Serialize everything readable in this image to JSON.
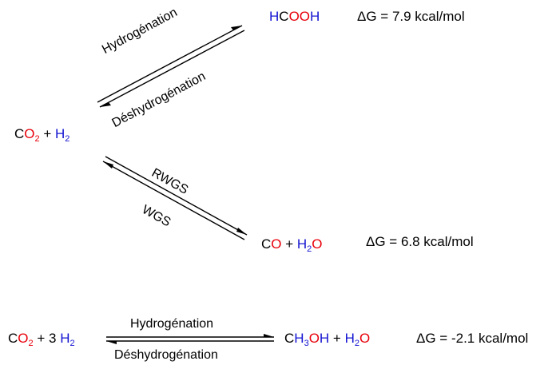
{
  "colors": {
    "oxygen": "#e8000b",
    "hydrogen": "#1414d2",
    "carbon": "#000000",
    "arrow": "#000000"
  },
  "reaction1": {
    "reactants": {
      "co2_C": "C",
      "co2_O": "O",
      "co2_sub": "2",
      "plus": " + ",
      "h2_H": "H",
      "h2_sub": "2"
    },
    "product": {
      "h1": "H",
      "c": "C",
      "o1": "O",
      "o2": "O",
      "h2": "H"
    },
    "forward_label": "Hydrogénation",
    "reverse_label": "Déshydrogénation",
    "delta_g": "ΔG = 7.9 kcal/mol"
  },
  "reaction2": {
    "forward_label": "RWGS",
    "reverse_label": "WGS",
    "product": {
      "co_C": "C",
      "co_O": "O",
      "plus": " + ",
      "h2o_H": "H",
      "h2o_sub": "2",
      "h2o_O": "O"
    },
    "delta_g": "ΔG = 6.8 kcal/mol"
  },
  "reaction3": {
    "reactants": {
      "co2_C": "C",
      "co2_O": "O",
      "co2_sub": "2",
      "plus": " + 3 ",
      "h2_H": "H",
      "h2_sub": "2"
    },
    "products": {
      "c": "C",
      "h3": "H",
      "h3_sub": "3",
      "o": "O",
      "h": "H",
      "plus": " + ",
      "h2o_H": "H",
      "h2o_sub": "2",
      "h2o_O": "O"
    },
    "forward_label": "Hydrogénation",
    "reverse_label": "Déshydrogénation",
    "delta_g": "ΔG = -2.1 kcal/mol"
  }
}
